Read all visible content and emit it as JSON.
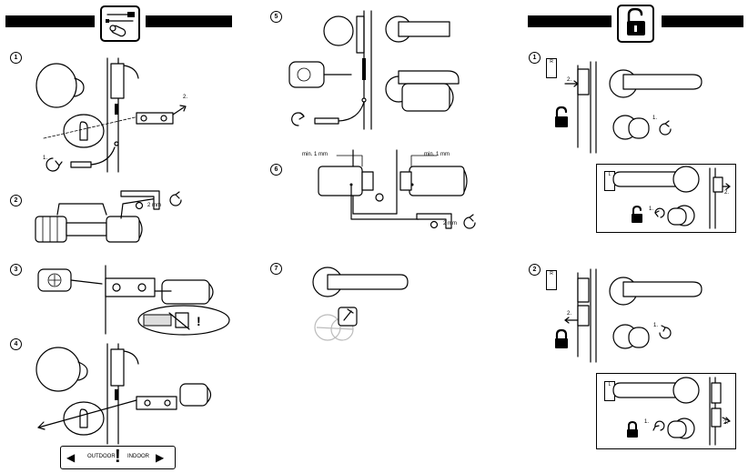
{
  "steps": {
    "s1": "1",
    "s2": "2",
    "s3": "3",
    "s4": "4",
    "s5": "5",
    "s6": "6",
    "s7": "7",
    "r1": "1",
    "r2": "2"
  },
  "annotations": {
    "step1_a": "1.",
    "step1_b": "2.",
    "step2_size": "2 mm",
    "step6_min_left": "min. 1 mm",
    "step6_min_right": "min. 1 mm",
    "step6_size": "2 mm",
    "r1_a": "2.",
    "r1_b": "1.",
    "r1_panel_a": "2.",
    "r1_panel_b": "1.",
    "r2_a": "2.",
    "r2_b": "1.",
    "r2_panel_a": "2.",
    "r2_panel_b": "1.",
    "label_r": "R",
    "label_l": "L"
  },
  "footer": {
    "outdoor": "OUTDOOR",
    "indoor": "INDOOR",
    "warning": "!"
  },
  "icons": [
    "screwdriver-icon",
    "padlock-open-icon",
    "padlock-closed-icon",
    "rotate-arrow-icon",
    "hex-key-icon"
  ]
}
